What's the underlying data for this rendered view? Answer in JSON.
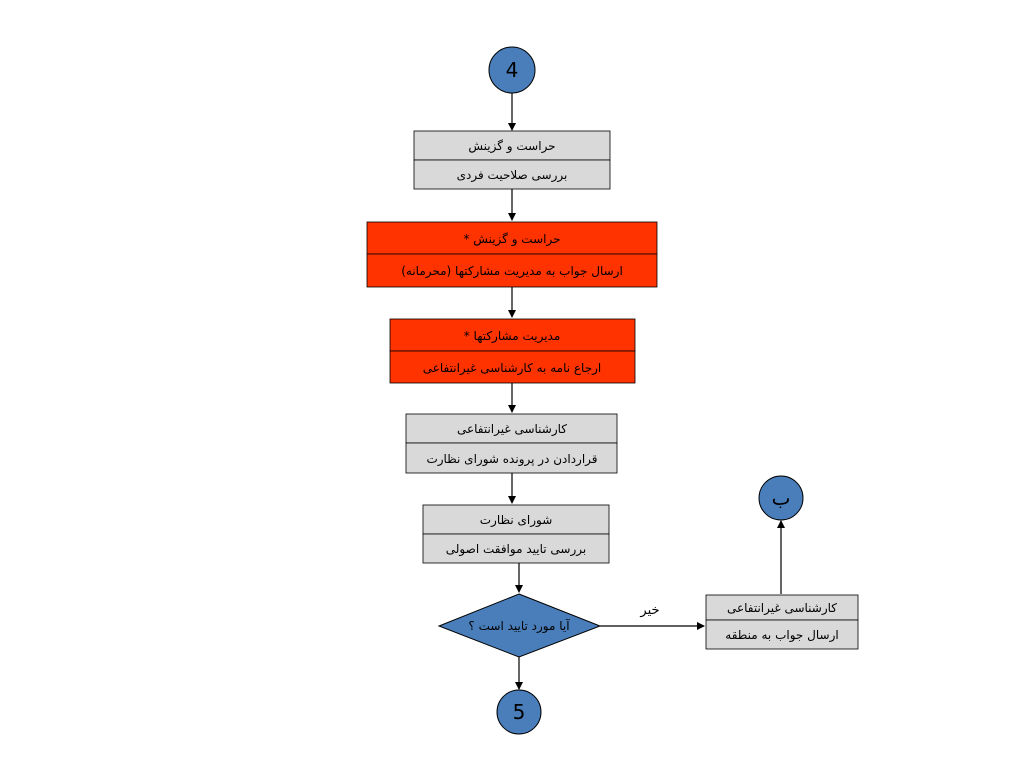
{
  "colors": {
    "connector": "#4a7ebb",
    "box_gray": "#d9d9d9",
    "box_red": "#ff3300",
    "stroke": "#000000"
  },
  "connectors": {
    "top": "4",
    "bottom": "5",
    "right": "ب"
  },
  "steps": [
    {
      "role": "حراست و گزینش",
      "action": "بررسی صلاحیت فردی"
    },
    {
      "role": "حراست و گزینش *",
      "action": "ارسال جواب به مدیریت مشارکتها (محرمانه)"
    },
    {
      "role": "مدیریت مشارکتها *",
      "action": "ارجاع نامه به کارشناسی غیرانتفاعی"
    },
    {
      "role": "کارشناسی غیرانتفاعی",
      "action": "قراردادن در پرونده شورای نظارت"
    },
    {
      "role": "شورای نظارت",
      "action": "بررسی تایید موافقت اصولی"
    }
  ],
  "decision": {
    "question": "آیا مورد تایید است ؟",
    "no_label": "خیر"
  },
  "side_step": {
    "role": "کارشناسی غیرانتفاعی",
    "action": "ارسال جواب به منطقه"
  }
}
